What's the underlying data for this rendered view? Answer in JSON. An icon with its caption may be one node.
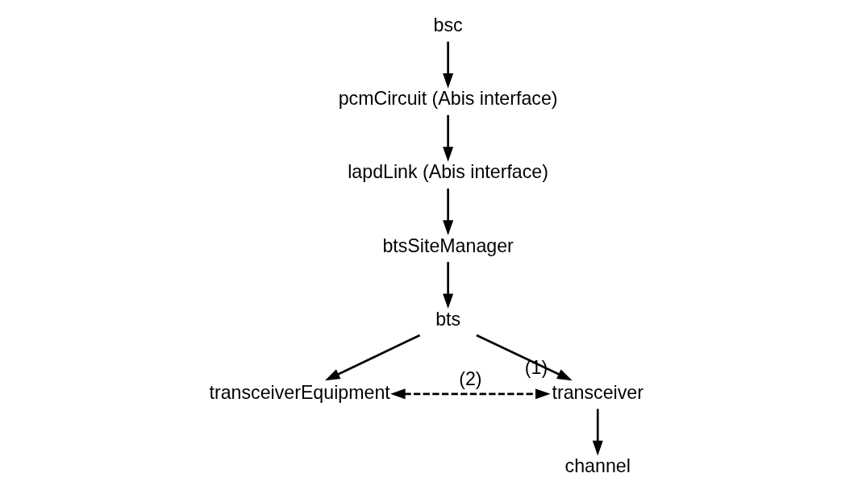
{
  "diagram": {
    "nodes": [
      {
        "text": [
          "bsc"
        ]
      },
      {
        "text": [
          "pcmCircuit (Abis interface)"
        ]
      },
      {
        "text": [
          "lapdLink (Abis interface)"
        ]
      },
      {
        "text": [
          "btsSiteManager"
        ]
      },
      {
        "text": [
          "bts"
        ]
      },
      {
        "text": [
          "transceiverEquipment"
        ]
      },
      {
        "text": [
          "transceiver"
        ],
        "beside": [
          "(1)"
        ]
      },
      {
        "text": [
          "channel"
        ]
      }
    ],
    "edges": [
      {
        "from": 0,
        "to": 1,
        "arrow": "to"
      },
      {
        "from": 1,
        "to": 2,
        "arrow": "to"
      },
      {
        "from": 2,
        "to": 3,
        "arrow": "to"
      },
      {
        "from": 3,
        "to": 4,
        "arrow": "to"
      },
      {
        "from": 4,
        "to": 5,
        "arrow": "to"
      },
      {
        "from": 4,
        "to": 6,
        "arrow": "to"
      },
      {
        "from": 5,
        "to": 6,
        "arrow": "both",
        "style": "dashed",
        "label": "(2)"
      },
      {
        "from": 6,
        "to": 7,
        "arrow": "to"
      }
    ]
  }
}
